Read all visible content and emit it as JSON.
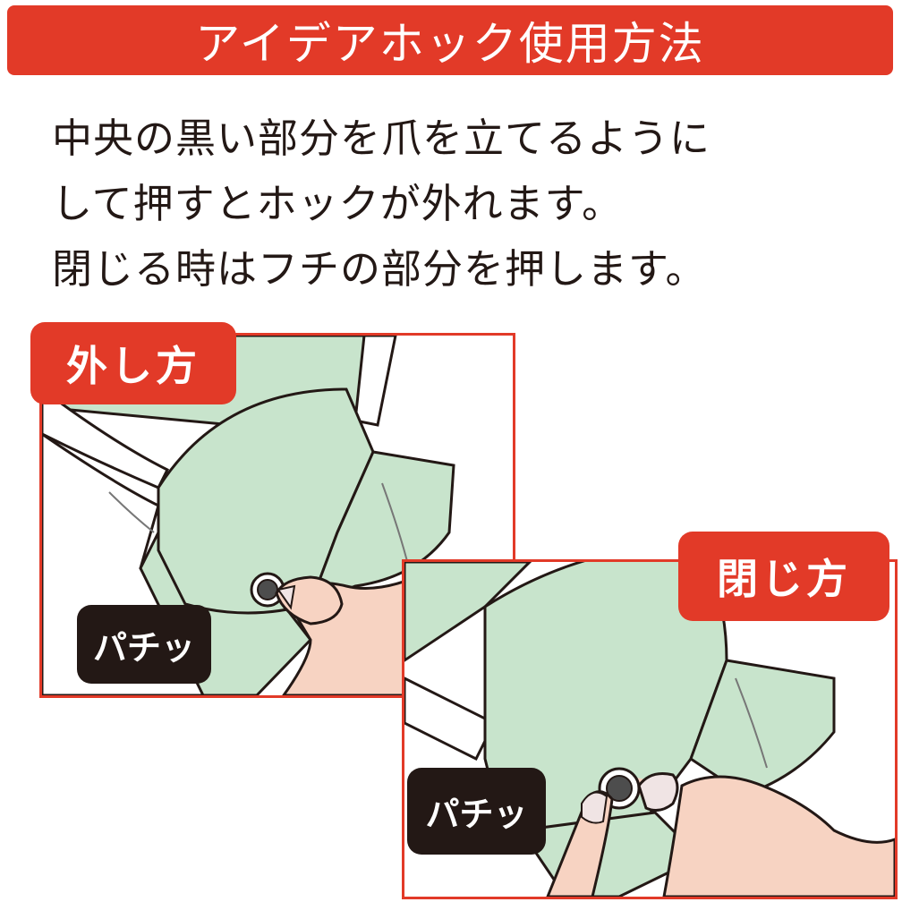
{
  "header": {
    "title": "アイデアホック使用方法"
  },
  "description": {
    "lines": [
      "中央の黒い部分を爪を立てるように",
      "して押すとホックが外れます。",
      "閉じる時はフチの部分を押します。"
    ]
  },
  "panels": [
    {
      "label": "外し方",
      "sound_effect": "パチッ"
    },
    {
      "label": "閉じ方",
      "sound_effect": "パチッ"
    }
  ],
  "colors": {
    "accent_red": "#e23a28",
    "fabric_green": "#c8e4cc",
    "skin": "#f7d3c2",
    "nail": "#f0e4e4",
    "ink": "#231815",
    "snap_dark": "#4d4d4d"
  }
}
